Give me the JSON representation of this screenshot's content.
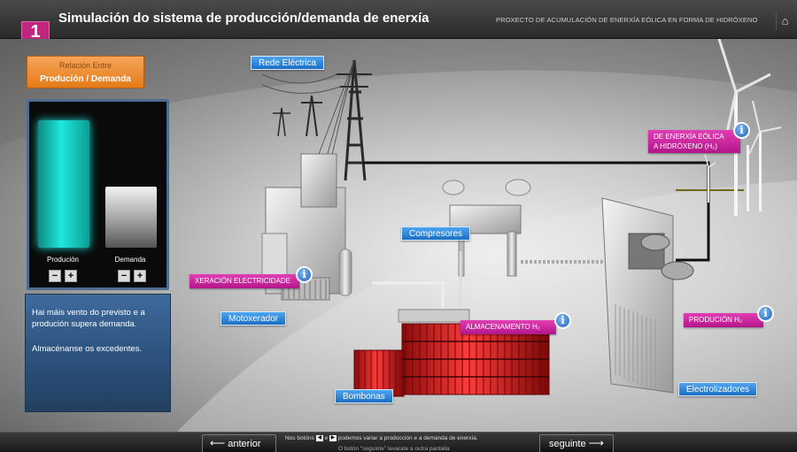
{
  "header": {
    "step_number": "1",
    "title": "Simulación do sistema de producción/demanda de enerxía",
    "project": "PROXECTO DE ACUMULACIÓN DE ENERXÍA EÓLICA EN FORMA DE HIDRÓXENO",
    "home_icon": "⌂"
  },
  "relation": {
    "line1": "Relación Entre",
    "line2": "Produción / Demanda"
  },
  "bars": {
    "production_label": "Produción",
    "demand_label": "Demanda",
    "production_level": 0.9,
    "demand_level": 0.43,
    "minus": "−",
    "plus": "+"
  },
  "message": {
    "text1": "Hai máis vento do previsto e a produción supera demanda.",
    "text2": "Almacénanse os excedentes."
  },
  "labels": {
    "rede": "Rede Eléctrica",
    "compresores": "Compresores",
    "motoxerador": "Motoxerador",
    "bombonas": "Bombonas",
    "electrolizadores": "Electrolizadores"
  },
  "pink_labels": {
    "eolica_line1": "DE ENERXÍA EÓLICA",
    "eolica_line2": "A HIDRÓXENO (H₂)",
    "xeracion": "XERACIÓN ELECTRICIDADE",
    "almacenamento": "ALMACENAMENTO H₂",
    "producion": "PRODUCIÓN H₂"
  },
  "info_symbol": "i",
  "footer": {
    "prev": "anterior",
    "next": "seguinte",
    "hint_before": "Nos botóns",
    "hint_mid": "e",
    "hint_after": "podemos variar a producción e a demanda de enerxía.",
    "hint_line2": "O botón \"seguinte\" levarate a outra pantalla",
    "key_left": "◀",
    "key_right": "▶"
  },
  "colors": {
    "accent_pink": "#c0267e",
    "label_blue": "#1a6fc4",
    "production_cyan": "#1fe8dc",
    "relation_orange": "#e67b18"
  }
}
